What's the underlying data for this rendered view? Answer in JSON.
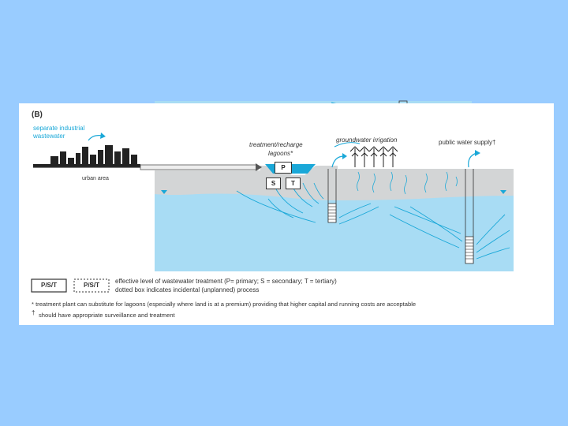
{
  "panel_label": "(B)",
  "labels": {
    "industrial_1": "separate industrial",
    "industrial_2": "wastewater",
    "urban_area": "urban area",
    "lagoons_1": "treatment/recharge",
    "lagoons_2": "lagoons*",
    "irrigation": "groundwater irrigation",
    "water_supply": "public water supply†"
  },
  "boxes": {
    "p": "P",
    "s": "S",
    "t": "T"
  },
  "legend": {
    "solid_box": "P/S/T",
    "dotted_box": "P/S/T",
    "line1": "effective level of wastewater treatment (P= primary; S = secondary; T = tertiary)",
    "line2": "dotted box indicates incidental (unplanned) process"
  },
  "footnotes": {
    "star": "* treatment plant can substitute for lagoons (especially where land is at a premium) providing that higher capital and running costs are acceptable",
    "dagger_mark": "†",
    "dagger": "should have appropriate surveillance and treatment"
  },
  "colors": {
    "background": "#99ccff",
    "panel": "#ffffff",
    "water": "#a8dcf4",
    "ground": "#d3d5d6",
    "accent": "#1aa8d8"
  }
}
